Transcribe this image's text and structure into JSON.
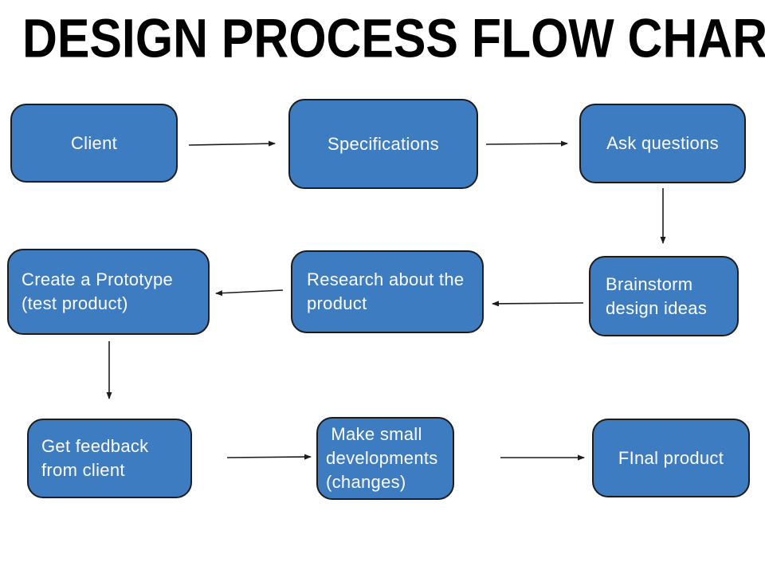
{
  "title": "DESIGN PROCESS FLOW CHART",
  "colors": {
    "background": "#ffffff",
    "node_fill": "#3e7cc1",
    "node_border": "#1c1c1c",
    "node_text": "#ffffff",
    "arrow": "#1c1c1c",
    "title_text": "#000000"
  },
  "nodes": {
    "client": {
      "label": "Client"
    },
    "specifications": {
      "label": "Specifications"
    },
    "ask_questions": {
      "label": "Ask questions"
    },
    "brainstorm": {
      "label": "Brainstorm\ndesign ideas"
    },
    "research": {
      "label": "Research about the\nproduct"
    },
    "prototype": {
      "label": "Create a Prototype\n(test product)"
    },
    "feedback": {
      "label": "Get feedback\nfrom client"
    },
    "developments": {
      "label": " Make small\ndevelopments\n(changes)"
    },
    "final": {
      "label": "FInal product"
    }
  },
  "edges": [
    {
      "from": "Client",
      "to": "Specifications",
      "direction": "right"
    },
    {
      "from": "Specifications",
      "to": "Ask questions",
      "direction": "right"
    },
    {
      "from": "Ask questions",
      "to": "Brainstorm design ideas",
      "direction": "down"
    },
    {
      "from": "Brainstorm design ideas",
      "to": "Research about the product",
      "direction": "left"
    },
    {
      "from": "Research about the product",
      "to": "Create a Prototype (test product)",
      "direction": "left"
    },
    {
      "from": "Create a Prototype (test product)",
      "to": "Get feedback from client",
      "direction": "down"
    },
    {
      "from": "Get feedback from client",
      "to": "Make small developments (changes)",
      "direction": "right"
    },
    {
      "from": "Make small developments (changes)",
      "to": "FInal product",
      "direction": "right"
    }
  ]
}
